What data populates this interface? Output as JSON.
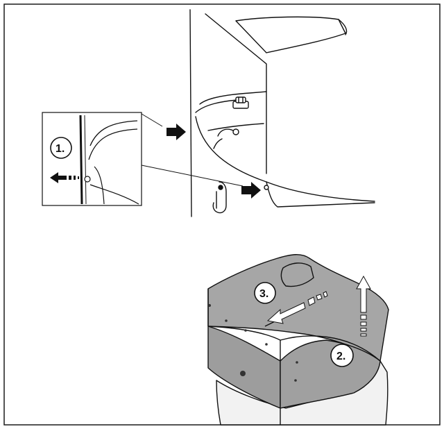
{
  "steps": [
    {
      "label": "1."
    },
    {
      "label": "2."
    },
    {
      "label": "3."
    }
  ],
  "colors": {
    "line": "#111111",
    "cover_fill": "#a6a6a6",
    "cover_shadow": "#8c8c8c",
    "body_fill": "#f2f2f2",
    "frame": "#1a1a1a"
  },
  "icons": [
    "arrow-right-icon",
    "arrow-left-icon",
    "arrow-up-icon",
    "screw-icon",
    "clip-icon"
  ]
}
